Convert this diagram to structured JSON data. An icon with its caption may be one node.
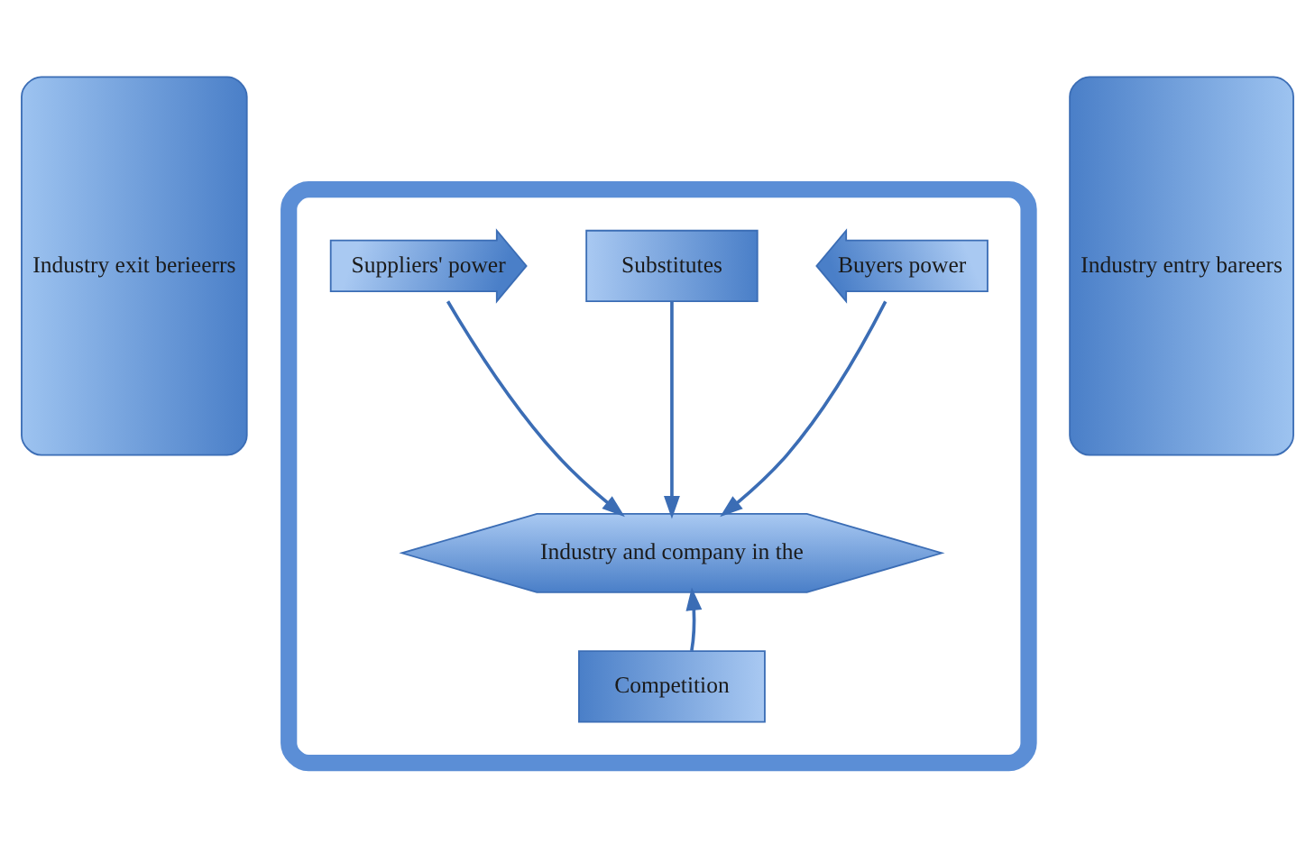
{
  "diagram": {
    "nodes": [
      {
        "text": [
          "Industry exit berieerrs"
        ]
      },
      {
        "text": [],
        "shape": "ellipse"
      },
      {
        "text": [
          "Suppliers' power"
        ],
        "in": 1
      },
      {
        "text": [
          "Substitutes"
        ],
        "in": 1
      },
      {
        "text": [
          "Buyers power"
        ],
        "in": 1
      },
      {
        "text": [
          "Industry and company in the"
        ],
        "in": 1
      },
      {
        "text": [
          "Competition"
        ],
        "in": 1
      },
      {
        "text": [
          "Industry entry bareers"
        ]
      }
    ],
    "edges": [
      {
        "from": 2,
        "to": 5,
        "arrow": "to"
      },
      {
        "from": 3,
        "to": 5,
        "arrow": "to"
      },
      {
        "from": 4,
        "to": 5,
        "arrow": "to"
      },
      {
        "from": 6,
        "to": 5,
        "arrow": "to"
      }
    ]
  }
}
